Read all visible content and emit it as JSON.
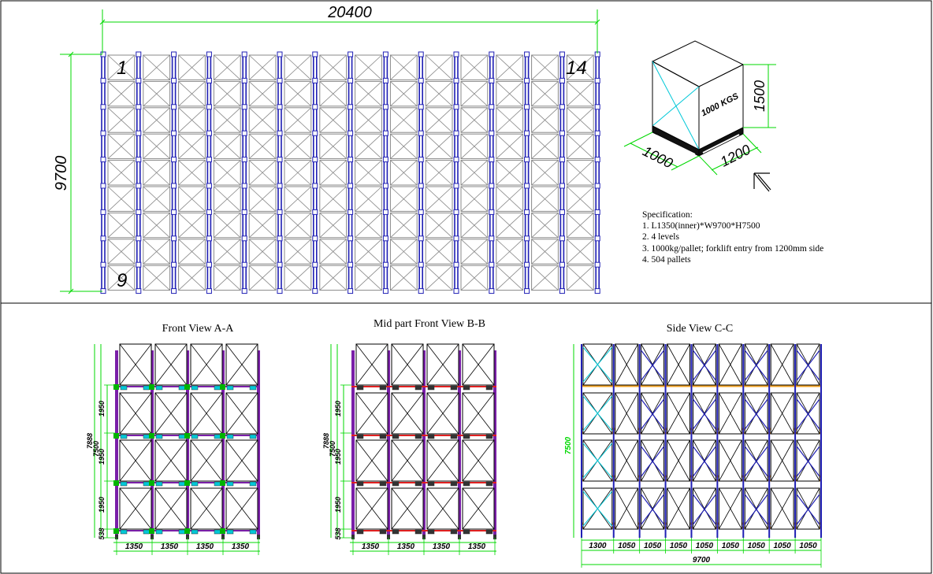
{
  "plan": {
    "width_dim": "20400",
    "depth_dim": "9700",
    "corner_labels": [
      "1",
      "14",
      "9"
    ],
    "columns": 14,
    "rows": 9
  },
  "pallet": {
    "load_label": "1000 KGS",
    "height_dim": "1500",
    "depth_dim": "1000",
    "width_dim": "1200"
  },
  "specification": {
    "heading": "Specification:",
    "items": [
      "1. L1350(inner)*W9700*H7500",
      "2. 4 levels",
      "3. 1000kg/pallet; forklift entry from 1200mm side",
      "4. 504 pallets"
    ]
  },
  "views": {
    "front": {
      "title": "Front View A-A",
      "bay_dims": [
        "1350",
        "1350",
        "1350",
        "1350"
      ],
      "level_dims": [
        "1950",
        "1950",
        "1950",
        "538"
      ],
      "overall_dims": [
        "7888",
        "7500"
      ]
    },
    "mid": {
      "title": "Mid part Front View B-B",
      "bay_dims": [
        "1350",
        "1350",
        "1350",
        "1350"
      ],
      "level_dims": [
        "1950",
        "1950",
        "1950",
        "538"
      ],
      "overall_dims": [
        "7888",
        "7500"
      ]
    },
    "side": {
      "title": "Side View C-C",
      "height_dim": "7500",
      "bay_dims": [
        "1300",
        "1050",
        "1050",
        "1050",
        "1050",
        "1050",
        "1050",
        "1050",
        "1050"
      ],
      "total_dim": "9700"
    }
  },
  "colors": {
    "upright": "#1f1fb4",
    "dimension": "#00d800",
    "frame": "#7a1fa8",
    "beam": "#e02020",
    "rail": "#f0a020",
    "brace": "#00c8d8"
  }
}
